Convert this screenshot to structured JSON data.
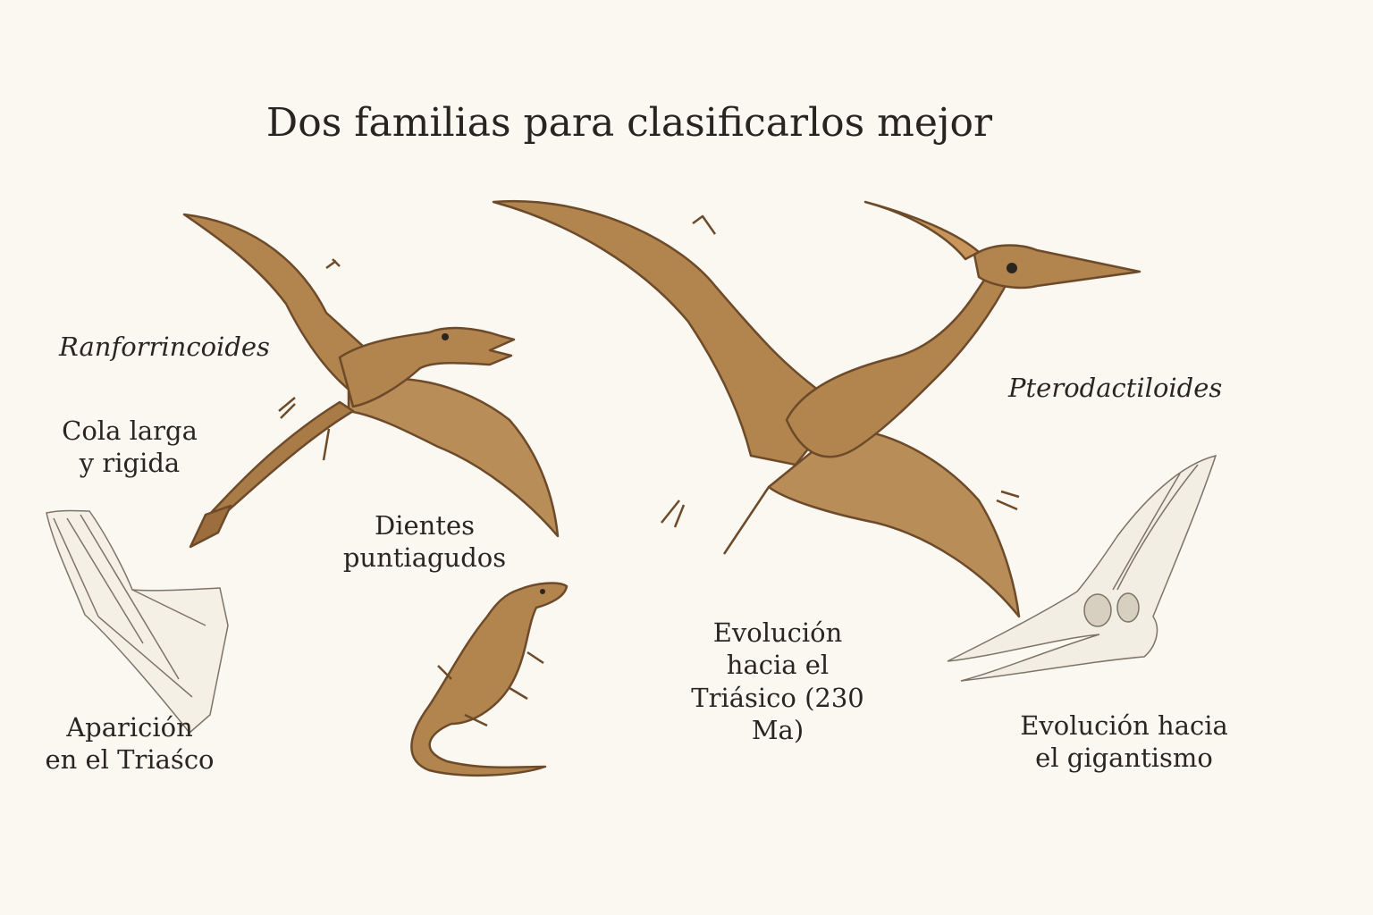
{
  "title": "Dos familias para clasificarlos mejor",
  "groups": {
    "left": "Ranforrincoides",
    "right": "Pterodactiloides"
  },
  "labels": {
    "tail": "Cola larga\ny rigida",
    "teeth": "Dientes\npuntiagudos",
    "appearance": "Aparición\nen el Triaśco",
    "evolution_triassic": "Evolución\nhacia el\nTriásico (230 Ma)",
    "gigantism": "Evolución hacia\nel gigantismo"
  },
  "illustrations": [
    "rhamphorhynchoid-pterosaur",
    "pterodactyloid-pterosaur",
    "wing-membrane-sketch",
    "lizard-ancestor",
    "crested-skull-sketch"
  ],
  "colors": {
    "background": "#faf8f1",
    "creature": "#b2854f",
    "creature_dark": "#6d4a2a",
    "sketch": "#7d7468"
  }
}
